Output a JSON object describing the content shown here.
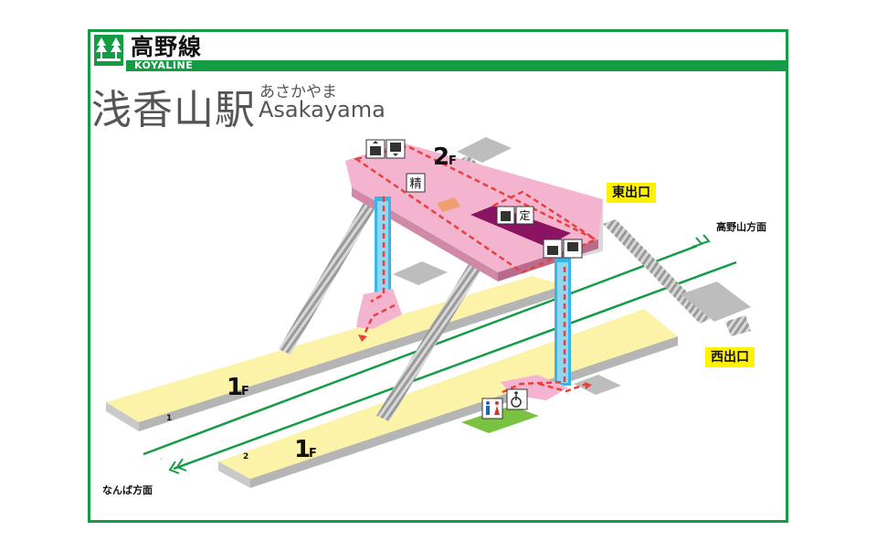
{
  "header": {
    "line_name": "高野線",
    "line_roman": "KOYALINE",
    "station_kanji": "浅香山駅",
    "station_kana": "あさかやま",
    "station_roman": "Asakayama"
  },
  "floors": {
    "upper": "2",
    "lower_1": "1",
    "lower_2": "1",
    "suffix": "F"
  },
  "exits": {
    "east": "東出口",
    "west": "西出口"
  },
  "directions": {
    "koyasan": "高野山方面",
    "namba": "なんば方面"
  },
  "tracks": {
    "track_1": "1",
    "track_2": "2"
  },
  "signs": {
    "fare_adjust": "精",
    "commuter_pass": "定"
  },
  "colors": {
    "line_green": "#149c45",
    "platform": "#fdf3a8",
    "concourse": "#f4b4d0",
    "ticket_gate_area": "#8a1462",
    "elevator_shaft": "#39b6e8",
    "route_dash": "#e8403a",
    "exit_label_bg": "#fff200",
    "restroom_floor": "#7cc242"
  }
}
